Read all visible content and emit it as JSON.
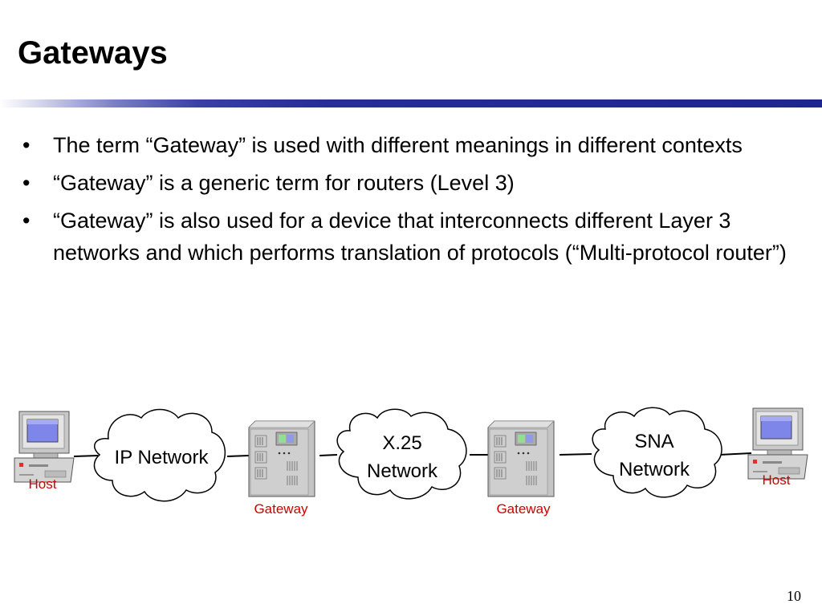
{
  "slide": {
    "title": "Gateways",
    "page_number": "10",
    "rule_color": "#262c98"
  },
  "bullets": [
    "The term “Gateway” is used with different meanings in different contexts",
    "“Gateway” is a generic term for routers (Level 3)",
    "“Gateway” is also used for a device that interconnects different Layer 3 networks and which performs translation of protocols (“Multi-protocol router”)"
  ],
  "diagram": {
    "label_color": "#cc0000",
    "host_left_label": "Host",
    "host_right_label": "Host",
    "gateway1_label": "Gateway",
    "gateway2_label": "Gateway",
    "cloud1_label": "IP Network",
    "cloud2_line1": "X.25",
    "cloud2_line2": "Network",
    "cloud3_line1": "SNA",
    "cloud3_line2": "Network",
    "icons": [
      "computer-icon",
      "server-icon",
      "cloud-icon"
    ]
  }
}
